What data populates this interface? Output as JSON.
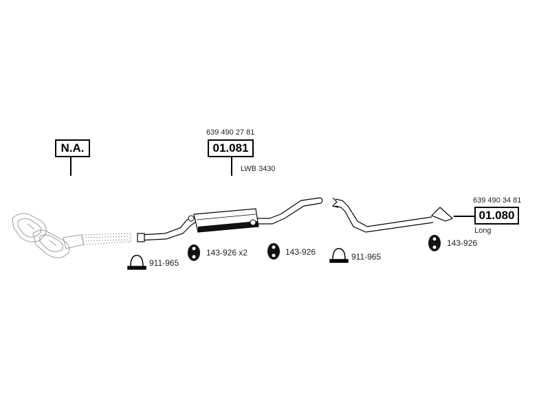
{
  "labels": {
    "na_box": "N.A.",
    "rear_oem": "639 490 27 81",
    "rear_box": "01.081",
    "rear_note": "LWB 3430",
    "tail_oem": "639 490 34 81",
    "tail_box": "01.080",
    "tail_note": "Long"
  },
  "parts": {
    "clamp_1": "911-965",
    "hanger_1": "143-926 x2",
    "hanger_2": "143-926",
    "clamp_2": "911-965",
    "hanger_3": "143-926"
  },
  "colors": {
    "line": "#000000",
    "faded": "#9a9a9a",
    "text": "#222222"
  },
  "icons": [
    "clamp-icon",
    "rubber-hanger-icon",
    "catalytic-converter-outline",
    "muffler-icon"
  ]
}
